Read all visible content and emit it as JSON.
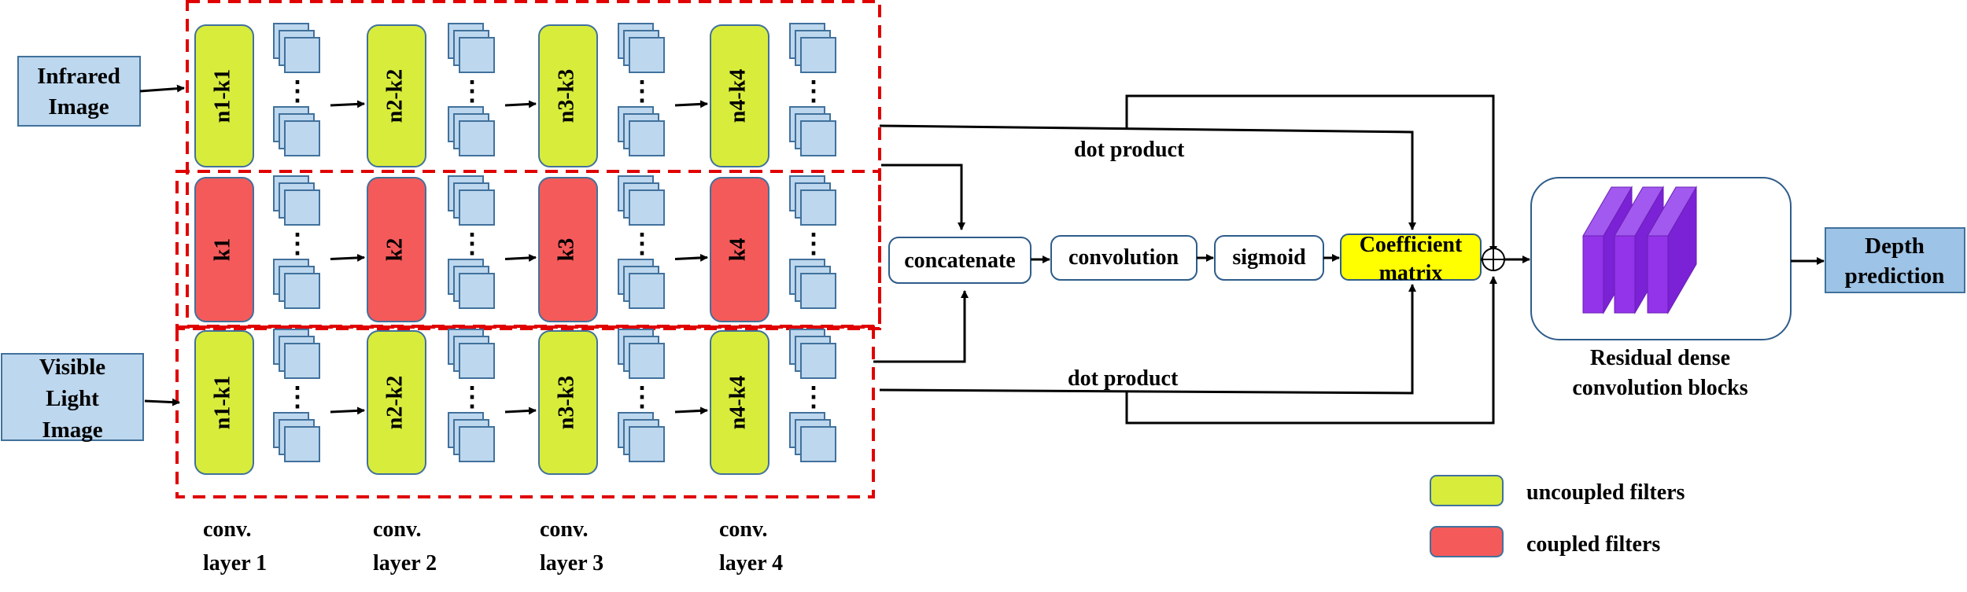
{
  "inputs": {
    "infrared": [
      "Infrared",
      "Image"
    ],
    "visible": [
      "Visible",
      "Light",
      "Image"
    ]
  },
  "filters": {
    "uncoupled": [
      "n1-k1",
      "n2-k2",
      "n3-k3",
      "n4-k4"
    ],
    "coupled": [
      "k1",
      "k2",
      "k3",
      "k4"
    ]
  },
  "feature_dots": "⋮",
  "conv_layers": [
    [
      "conv.",
      "layer 1"
    ],
    [
      "conv.",
      "layer 2"
    ],
    [
      "conv.",
      "layer 3"
    ],
    [
      "conv.",
      "layer 4"
    ]
  ],
  "pipeline": {
    "concatenate": "concatenate",
    "convolution": "convolution",
    "sigmoid": "sigmoid",
    "coefficient": [
      "Coefficient",
      "matrix"
    ],
    "plus": "+"
  },
  "dot_product_top": "dot product",
  "dot_product_bottom": "dot product",
  "residual": [
    "Residual dense",
    "convolution blocks"
  ],
  "output": [
    "Depth",
    "prediction"
  ],
  "legend": {
    "uncoupled": "uncoupled filters",
    "coupled": "coupled filters"
  },
  "colors": {
    "uncoupled": "#d8ec3c",
    "coupled": "#f55a5a",
    "feature_map": "#bdd7ee",
    "io_box": "#bdd7ee",
    "coefficient": "#ffff00",
    "residual_block": "#8a2be2",
    "dashed_border": "#e00000"
  }
}
